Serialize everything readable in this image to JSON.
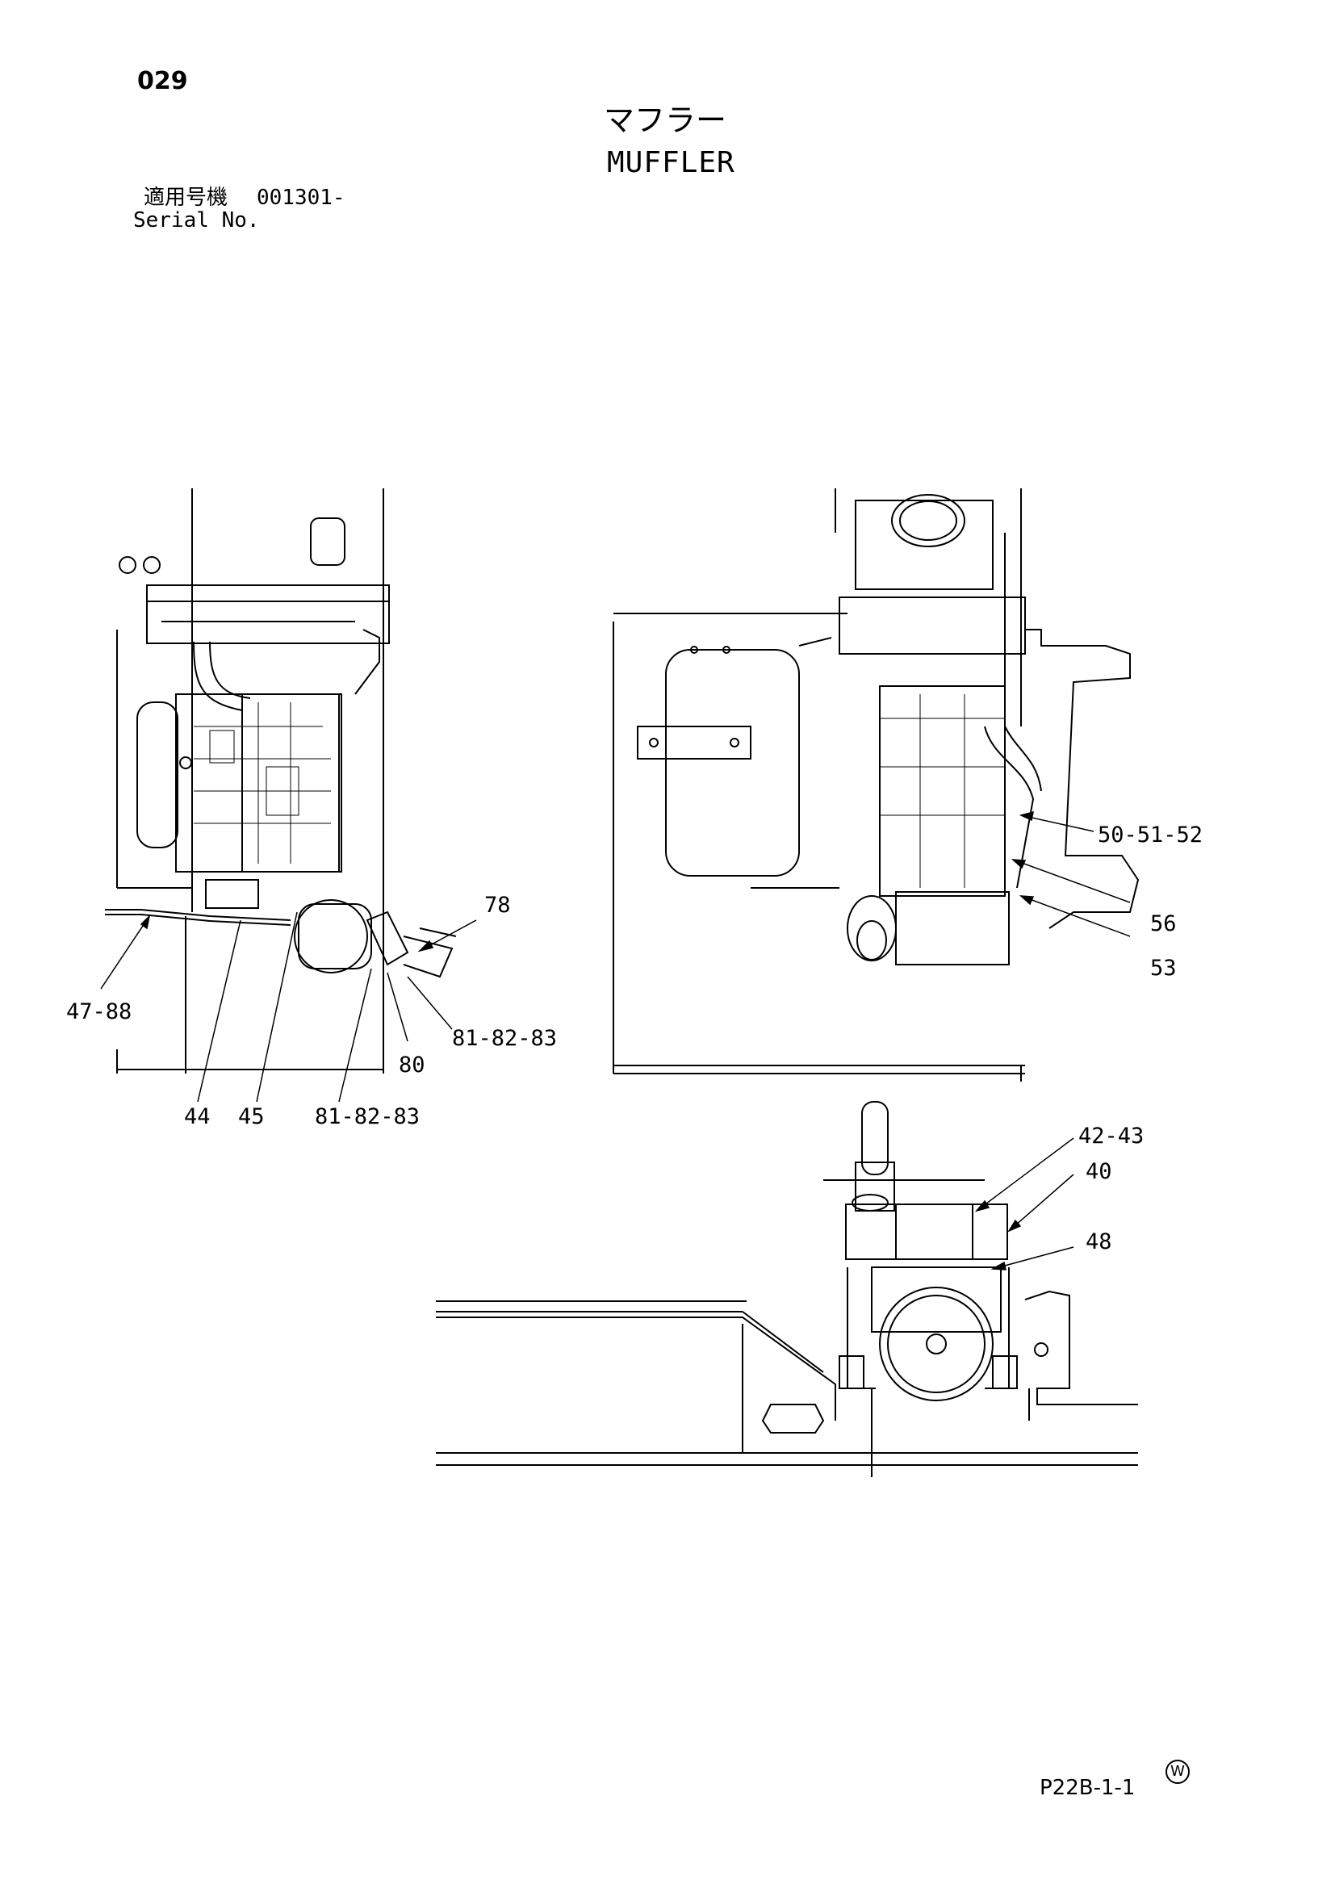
{
  "page_number": "029",
  "title_jp": "マフラー",
  "title_en": "MUFFLER",
  "serial_label_jp": "適用号機",
  "serial_value": "001301-",
  "serial_label_en": "Serial No.",
  "callouts": {
    "c78": "78",
    "c47_88": "47-88",
    "c81_82_83_a": "81-82-83",
    "c80": "80",
    "c44": "44",
    "c45": "45",
    "c81_82_83_b": "81-82-83",
    "c50_51_52": "50-51-52",
    "c56": "56",
    "c53": "53",
    "c42_43": "42-43",
    "c40": "40",
    "c48": "48"
  },
  "watermark_symbol": "W",
  "drawing_code": "P22B-1-1"
}
